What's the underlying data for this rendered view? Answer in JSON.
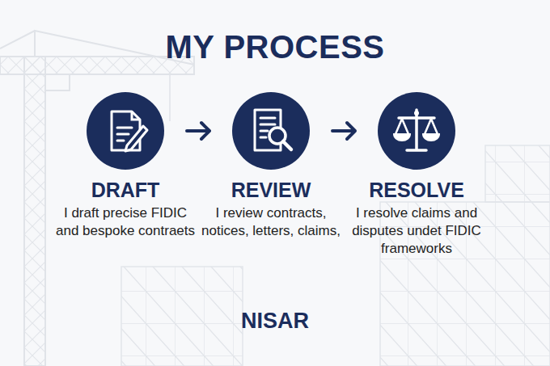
{
  "diagram": {
    "title": "MY PROCESS",
    "nodes": [
      {
        "text": [
          "DRAFT",
          "I draft precise FIDIC and bespoke contraets"
        ]
      },
      {
        "text": [
          "REVIEW",
          "I review contracts, notices, letters, claims,"
        ]
      },
      {
        "text": [
          "RESOLVE",
          "I resolve claims and disputes undet FIDIC frameworks"
        ]
      }
    ],
    "edges": [
      {
        "from": 0,
        "to": 1,
        "arrow": "to"
      },
      {
        "from": 1,
        "to": 2,
        "arrow": "to"
      }
    ],
    "labels": [
      "NISAR"
    ]
  }
}
